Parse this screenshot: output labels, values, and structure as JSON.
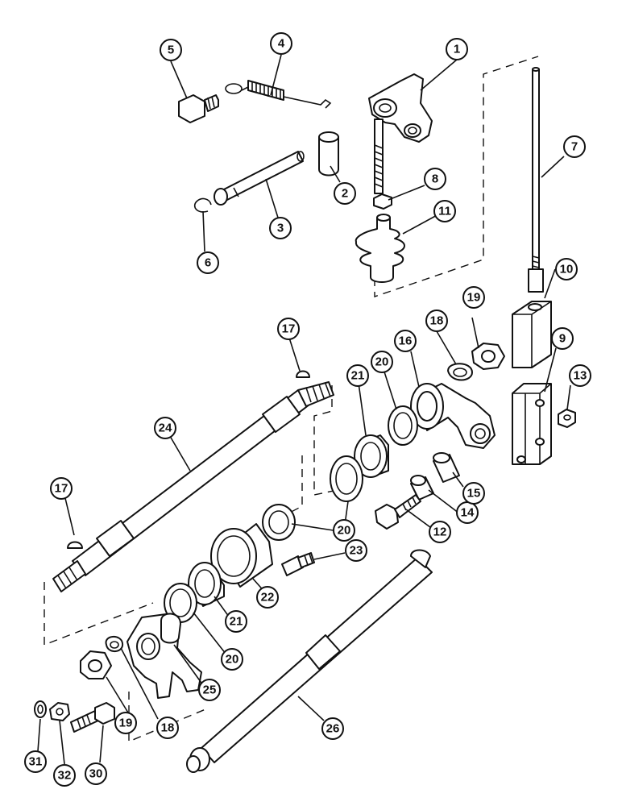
{
  "callouts": [
    {
      "id": "1"
    },
    {
      "id": "2"
    },
    {
      "id": "3"
    },
    {
      "id": "4"
    },
    {
      "id": "5"
    },
    {
      "id": "6"
    },
    {
      "id": "7"
    },
    {
      "id": "8"
    },
    {
      "id": "9"
    },
    {
      "id": "10"
    },
    {
      "id": "11"
    },
    {
      "id": "12"
    },
    {
      "id": "13"
    },
    {
      "id": "14"
    },
    {
      "id": "15"
    },
    {
      "id": "16"
    },
    {
      "id": "17"
    },
    {
      "id": "17"
    },
    {
      "id": "18"
    },
    {
      "id": "18"
    },
    {
      "id": "19"
    },
    {
      "id": "19"
    },
    {
      "id": "20"
    },
    {
      "id": "20"
    },
    {
      "id": "20"
    },
    {
      "id": "21"
    },
    {
      "id": "21"
    },
    {
      "id": "22"
    },
    {
      "id": "23"
    },
    {
      "id": "24"
    },
    {
      "id": "25"
    },
    {
      "id": "26"
    },
    {
      "id": "30"
    },
    {
      "id": "31"
    },
    {
      "id": "32"
    }
  ]
}
